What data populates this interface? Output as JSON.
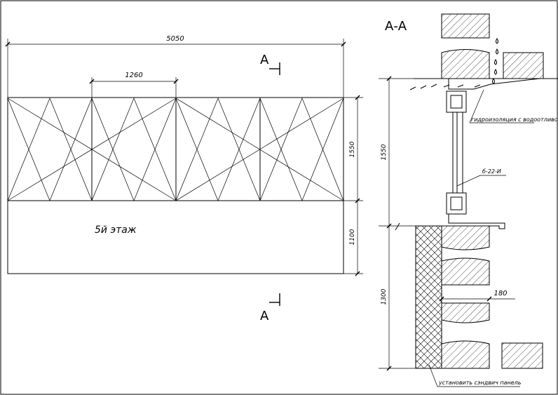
{
  "elevation": {
    "dim_total_width": "5050",
    "dim_module_width": "1260",
    "dim_window_height": "1550",
    "dim_lower_height": "1100",
    "floor_label": "5й этаж",
    "section_marker_top": "А",
    "section_marker_bottom": "А"
  },
  "section": {
    "title": "А-А",
    "dim_window_height": "1550",
    "dim_lower_height": "1300",
    "dim_wall": "180",
    "note_waterproofing": "гидроизоляция с водоотливом",
    "note_profile": "б-22-И",
    "note_sandwich": "установить сэндвич панель"
  }
}
